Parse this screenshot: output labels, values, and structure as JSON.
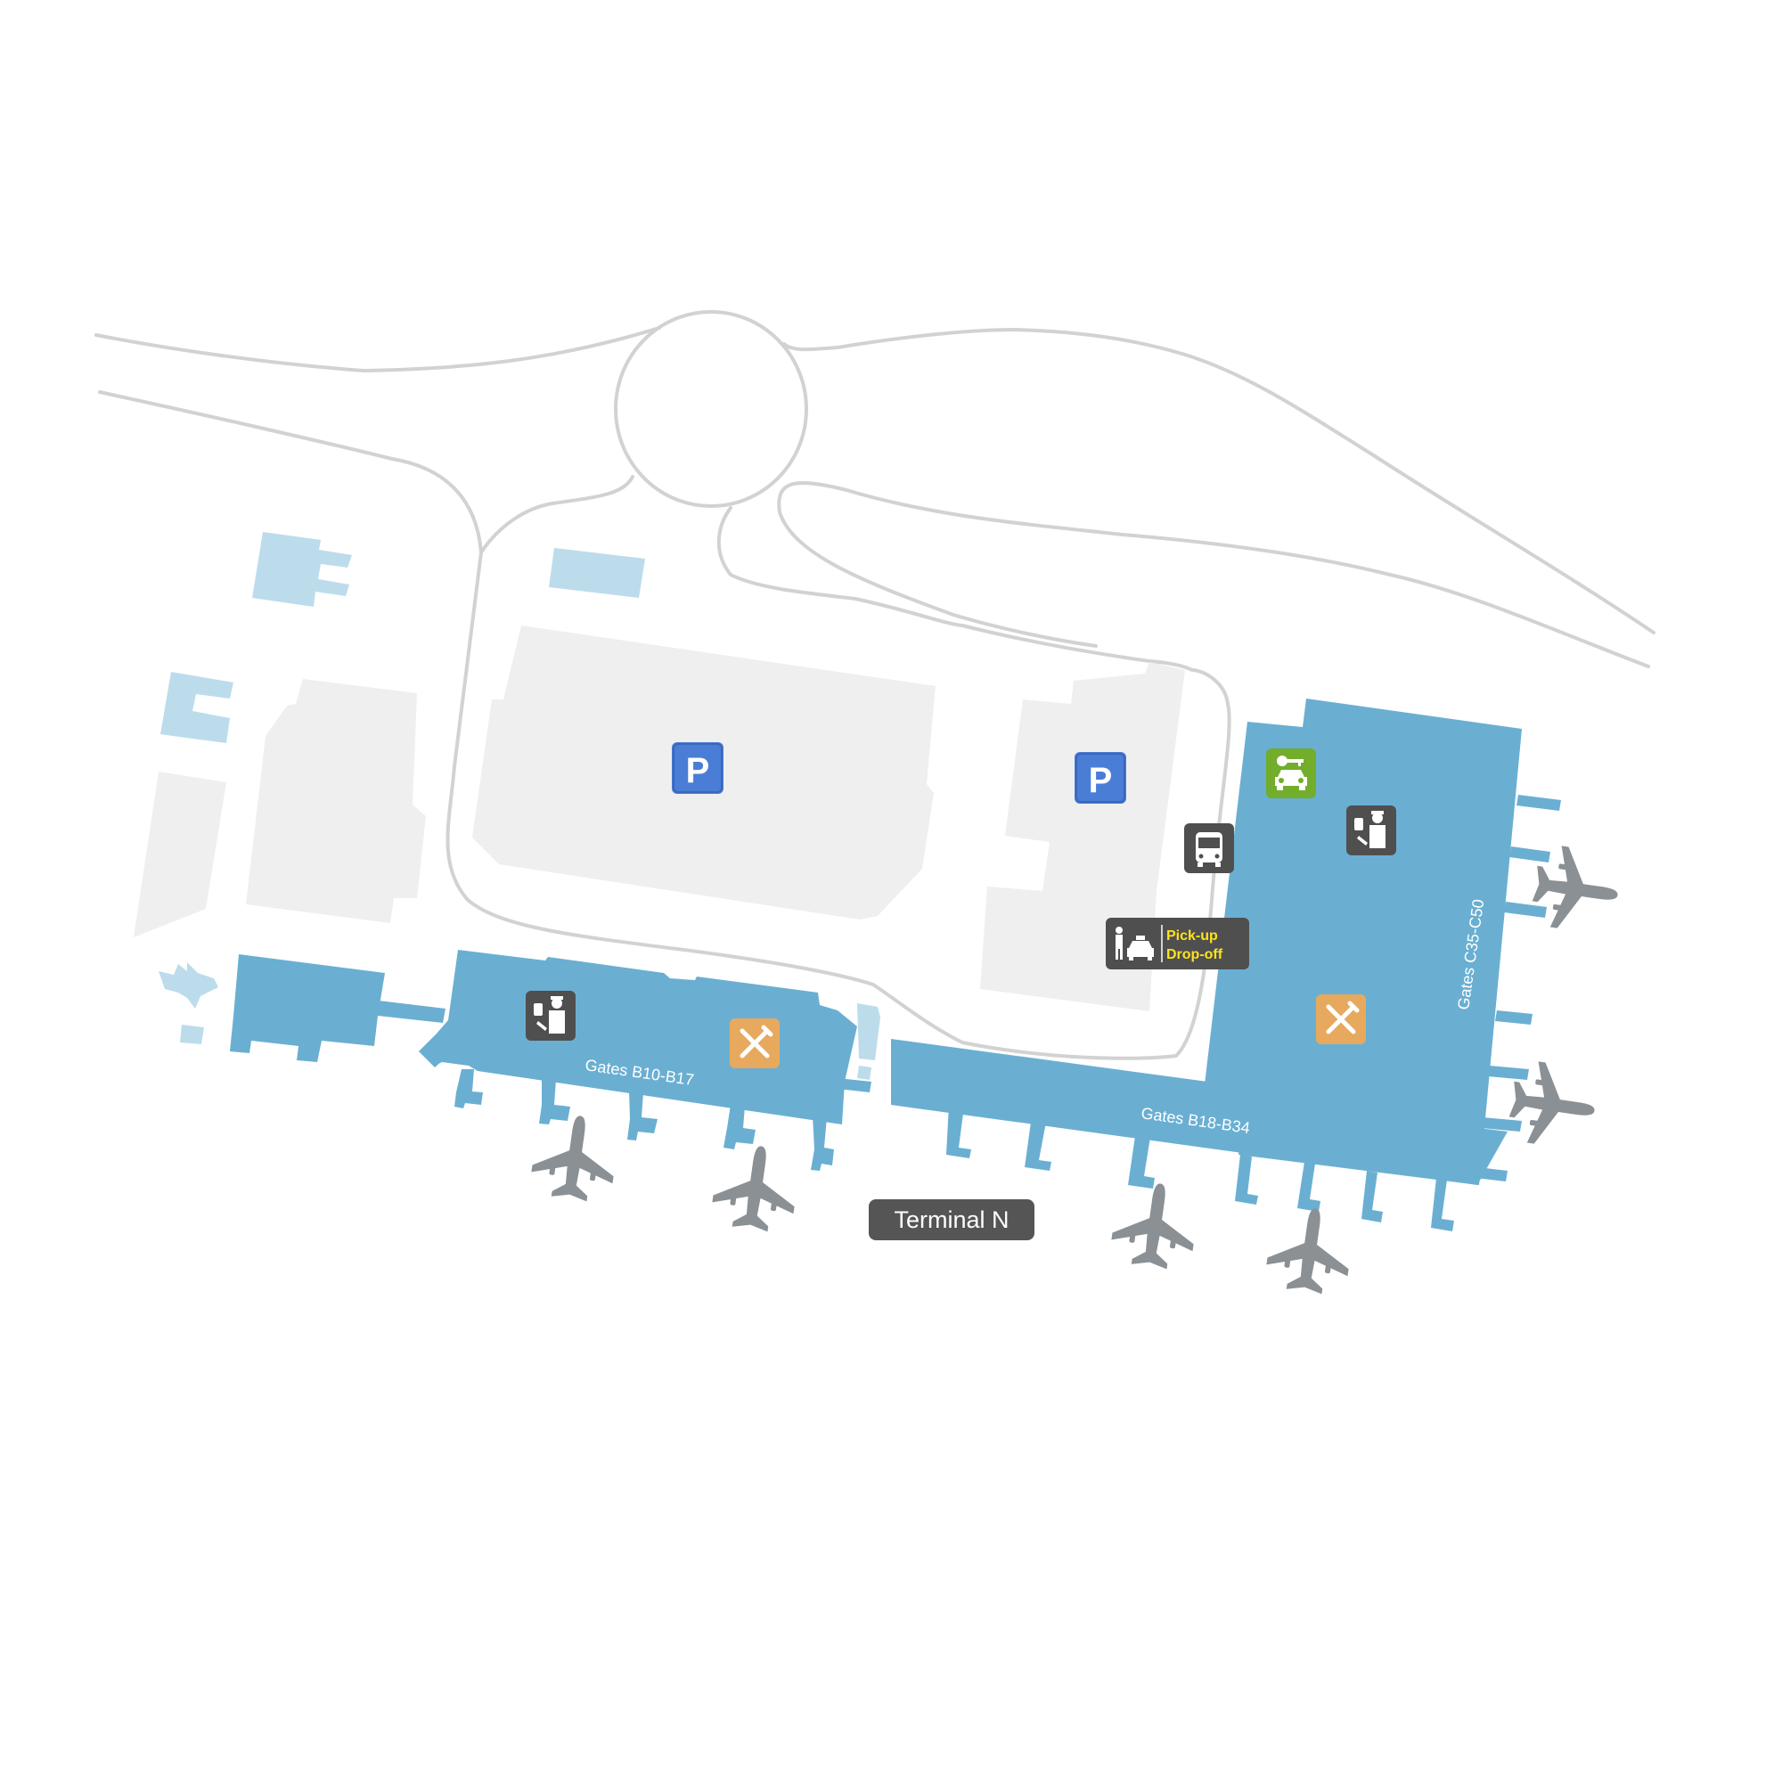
{
  "map": {
    "terminal_label": "Terminal N",
    "gate_labels": {
      "b10_b17": "Gates B10-B17",
      "b18_b34": "Gates B18-B34",
      "c35_c50": "Gates C35-C50"
    },
    "parking_symbol": "P",
    "pickup_label": "Pick-up",
    "dropoff_label": "Drop-off",
    "icons": [
      "parking-icon",
      "parking-icon",
      "car-rental-icon",
      "bus-icon",
      "security-checkpoint-icon",
      "security-checkpoint-icon",
      "restaurant-icon",
      "restaurant-icon",
      "pickup-dropoff-icon",
      "airplane-icon"
    ]
  },
  "colors": {
    "terminal": "#6aafd2",
    "auxiliary_building": "#bcdcec",
    "parking_lot": "#efefef",
    "road": "#d2d2d2",
    "parking_badge": "#4a7dd6",
    "car_rental_badge": "#72ad2c",
    "restaurant_badge": "#e7a95e",
    "service_badge": "#4f4f4f",
    "pickup_text": "#ffe21e",
    "airplane": "#8a9094"
  }
}
